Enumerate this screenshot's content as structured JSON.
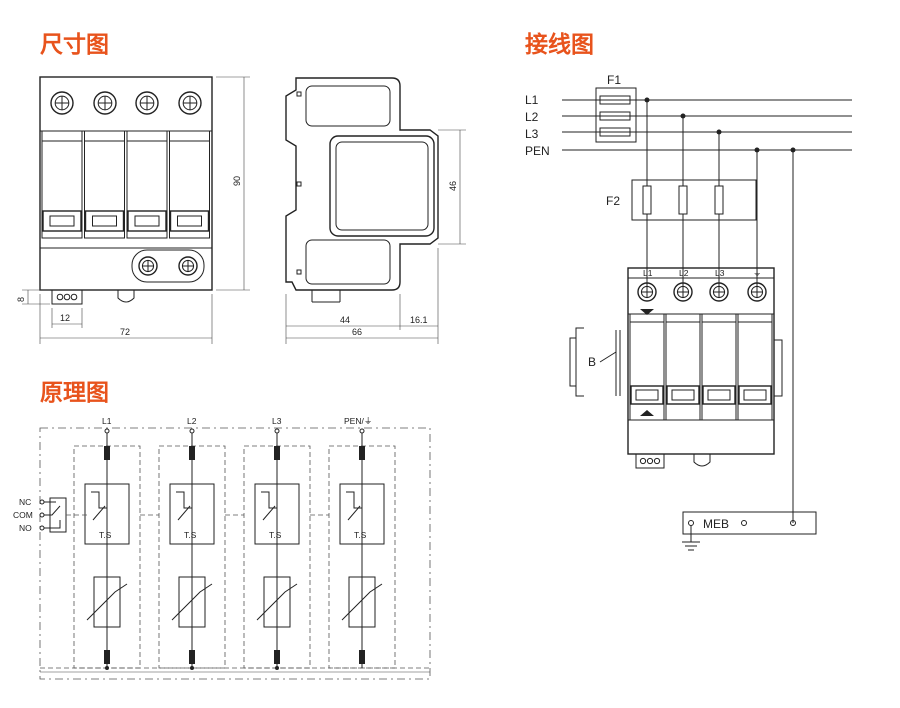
{
  "titles": {
    "dimension": "尺寸图",
    "wiring": "接线图",
    "principle": "原理图"
  },
  "dimensions": {
    "height": "90",
    "width": "72",
    "terminal": "12",
    "terminal_h": "8",
    "side_depth": "66",
    "side_a": "44",
    "side_b": "16.1",
    "side_h": "46"
  },
  "wiring": {
    "lines": [
      "L1",
      "L2",
      "L3",
      "PEN"
    ],
    "fuse1": "F1",
    "fuse2": "F2",
    "terminals": [
      "L1",
      "L2",
      "L3",
      "⏚"
    ],
    "rail": "B",
    "meb": "MEB"
  },
  "principle": {
    "poles": [
      "L1",
      "L2",
      "L3",
      "PEN/⏚"
    ],
    "contacts": [
      "NC",
      "COM",
      "NO"
    ],
    "ts": "T.S"
  }
}
